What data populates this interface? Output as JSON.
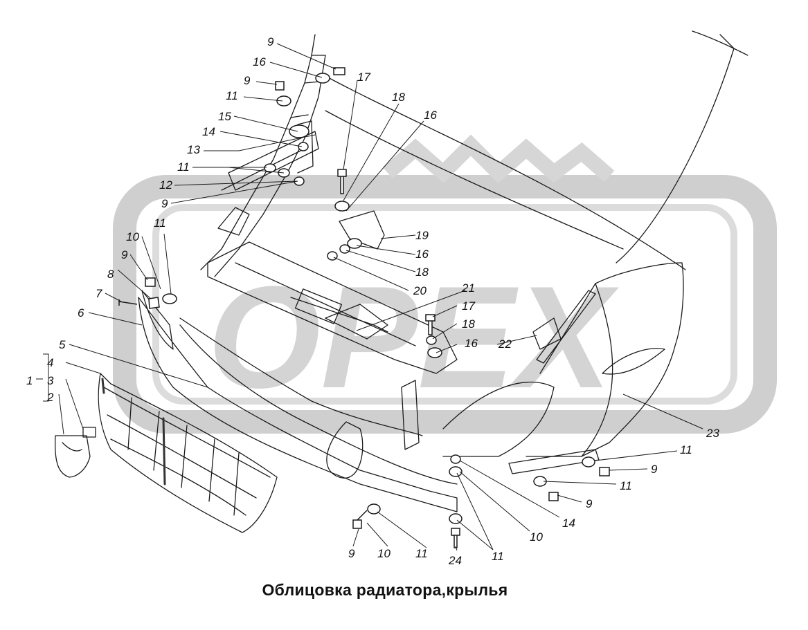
{
  "diagram": {
    "caption": "Облицовка радиатора,крылья",
    "watermark": "OPEX",
    "colors": {
      "line": "#1a1a1a",
      "watermark": "#c9c9c9",
      "background": "#ffffff"
    },
    "callouts": [
      "1",
      "2",
      "3",
      "4",
      "5",
      "6",
      "7",
      "8",
      "9",
      "10",
      "11",
      "12",
      "13",
      "14",
      "15",
      "16",
      "17",
      "18",
      "19",
      "20",
      "21",
      "22",
      "23",
      "24"
    ]
  }
}
